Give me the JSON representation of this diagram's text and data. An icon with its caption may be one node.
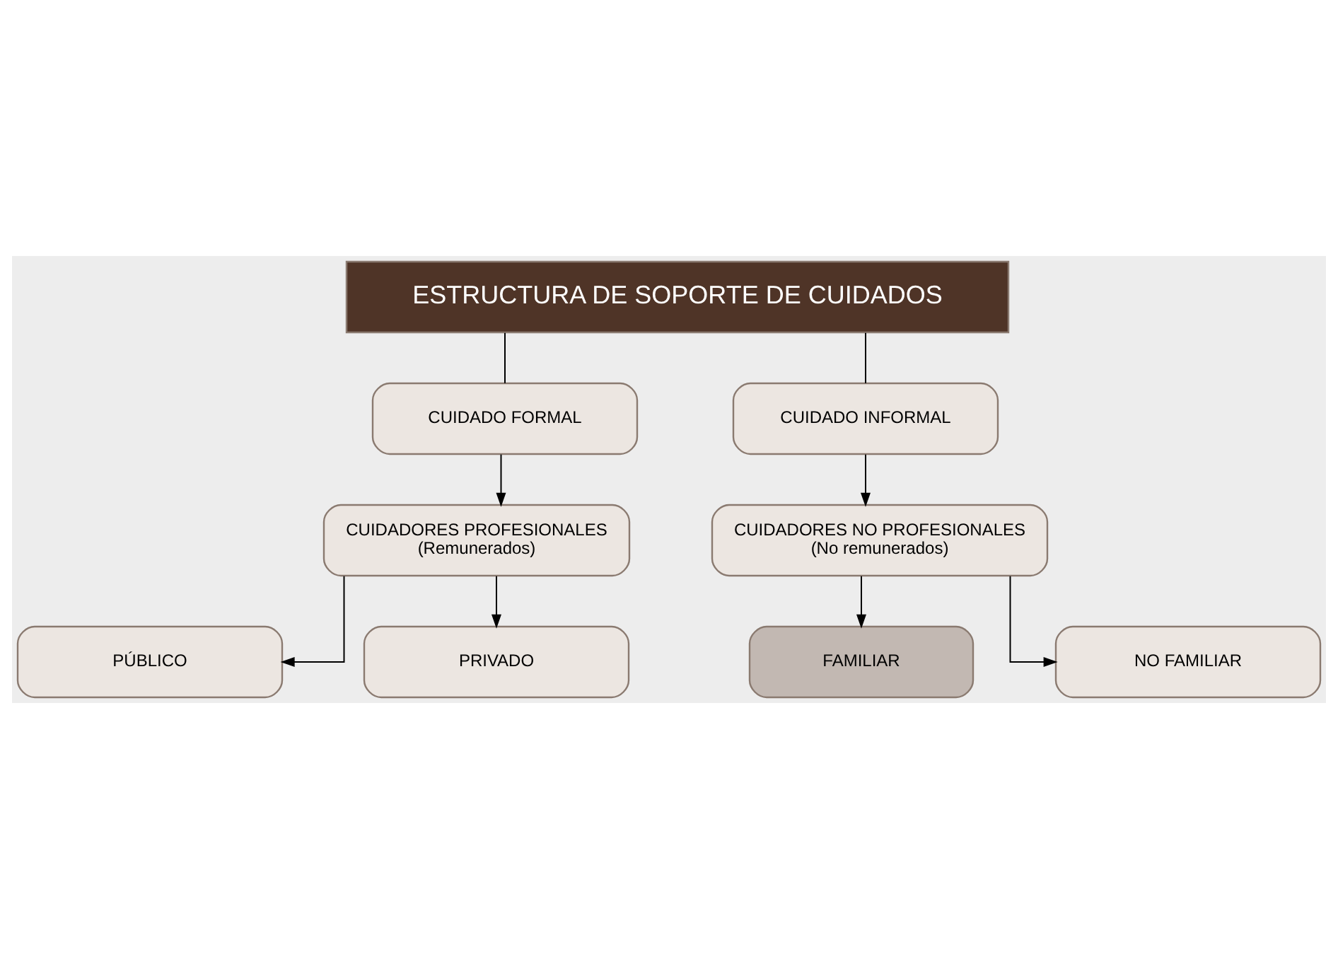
{
  "diagram": {
    "nodes": [
      {
        "text": [
          "ESTRUCTURA DE SOPORTE DE CUIDADOS"
        ]
      },
      {
        "text": [
          "CUIDADO FORMAL"
        ]
      },
      {
        "text": [
          "CUIDADO INFORMAL"
        ]
      },
      {
        "text": [
          "CUIDADORES PROFESIONALES",
          "(Remunerados)"
        ]
      },
      {
        "text": [
          "CUIDADORES NO PROFESIONALES",
          "(No remunerados)"
        ]
      },
      {
        "text": [
          "PÚBLICO"
        ]
      },
      {
        "text": [
          "PRIVADO"
        ]
      },
      {
        "text": [
          "FAMILIAR"
        ]
      },
      {
        "text": [
          "NO FAMILIAR"
        ]
      }
    ],
    "edges": [
      {
        "from": 0,
        "to": 1,
        "arrow": "none"
      },
      {
        "from": 0,
        "to": 2,
        "arrow": "none"
      },
      {
        "from": 1,
        "to": 3,
        "arrow": "to"
      },
      {
        "from": 2,
        "to": 4,
        "arrow": "to"
      },
      {
        "from": 3,
        "to": 5,
        "arrow": "to"
      },
      {
        "from": 3,
        "to": 6,
        "arrow": "to"
      },
      {
        "from": 4,
        "to": 7,
        "arrow": "to"
      },
      {
        "from": 4,
        "to": 8,
        "arrow": "to"
      }
    ]
  }
}
